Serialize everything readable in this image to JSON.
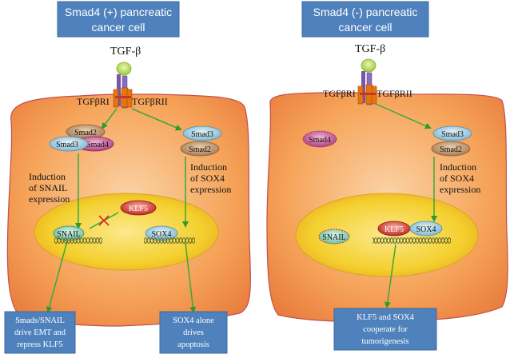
{
  "left_panel": {
    "title_line1": "Smad4 (+) pancreatic",
    "title_line2": "cancer cell",
    "ligand": "TGF-β",
    "receptor1": "TGFβRI",
    "receptor2": "TGFβRII",
    "smad2_a": "Smad2",
    "smad3_a": "Smad3",
    "smad4": "Smad4",
    "smad3_b": "Smad3",
    "smad2_b": "Smad2",
    "snail_induction_1": "Induction",
    "snail_induction_2": "of SNAIL",
    "snail_induction_3": "expression",
    "sox4_induction_1": "Induction",
    "sox4_induction_2": "of SOX4",
    "sox4_induction_3": "expression",
    "klf5": "KLF5",
    "snail": "SNAIL",
    "sox4": "SOX4",
    "box1_line1": "Smads/SNAIL",
    "box1_line2": "drive EMT and",
    "box1_line3": "repress KLF5",
    "box2_line1": "SOX4 alone",
    "box2_line2": "drives",
    "box2_line3": "apoptosis"
  },
  "right_panel": {
    "title_line1": "Smad4 (-) pancreatic",
    "title_line2": "cancer cell",
    "ligand": "TGF-β",
    "receptor1": "TGFβRI",
    "receptor2": "TGFβRII",
    "smad4": "Smad4",
    "smad3": "Smad3",
    "smad2": "Smad2",
    "sox4_induction_1": "Induction",
    "sox4_induction_2": "of SOX4",
    "sox4_induction_3": "expression",
    "snail": "SNAIL",
    "klf5": "KLF5",
    "sox4": "SOX4",
    "box_line1": "KLF5 and SOX4",
    "box_line2": "cooperate for",
    "box_line3": "tumorigenesis"
  },
  "colors": {
    "title_box": "#4f81bd",
    "cell_fill": "#f7a85c",
    "cell_border": "#c0504d",
    "nucleus_fill": "#f5d43c",
    "arrow": "#3aa83a",
    "inhibit": "#e02020"
  }
}
